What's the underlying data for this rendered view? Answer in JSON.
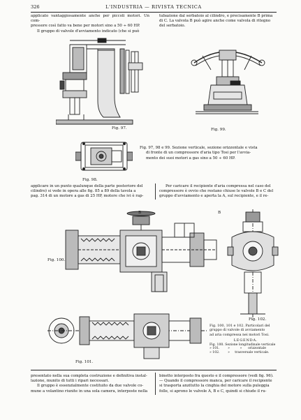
{
  "header": {
    "page_number": "326",
    "title": "L'INDUSTRIA — RIVISTA TECNICA"
  },
  "top_text": {
    "left": [
      "applicato vantaggiosamente anche per piccoli motori. Un com-",
      "pressore così fatto va bene per motori sino a 50 ÷ 60 HP.",
      "Il gruppo di valvole d'avviamento indicato (che si può"
    ],
    "right": [
      "tubazione dal serbatoio al cilindro, e precisamente B prima",
      "di C. La valvola B può agire anche come valvola di ritegno",
      "del serbatoio."
    ]
  },
  "figure_labels": {
    "fig97": "Fig. 97.",
    "fig99": "Fig. 99.",
    "fig98": "Fig. 98.",
    "fig100": "Fig. 100.",
    "fig101": "Fig. 101.",
    "fig102": "Fig. 102.",
    "mark_B1": "B",
    "mark_B2": "B"
  },
  "caption_97_99": [
    "Fig. 97, 98 e 99. Sezione verticale, sezione orizzontale e vista",
    "di fronte di un compressore d'aria tipo Tosi per l'avvia-",
    "mento dei suoi motori a gas sino a 50 ÷ 60 HP."
  ],
  "mid_text": {
    "left": [
      "applicare in un punto qualunque della parte posteriore del",
      "cilindro) si vede in opera alle fig. 85 a 89 della tavola a",
      "pag. 314 di un motore a gas di 25 HP, motore che ivi è rap-"
    ],
    "right": [
      "Per caricare il recipiente d'aria compressa nel caso del",
      "compressore è ovvio che restano chiuse le valvole B e C del",
      "gruppo d'avviamento e aperta la A, sul recipiente, e il re-"
    ]
  },
  "caption_100_102": [
    "Fig. 100, 101 e 102. Particolari del",
    "gruppo di valvole di avviamento",
    "ad aria compressa nei motori Tosi."
  ],
  "legend": {
    "title": "LEGENDA.",
    "rows": [
      "Fig. 100. Sezione longitudinale verticale",
      "» 101.        »          »      orizzontale",
      "» 102.        »     trasversale verticale."
    ]
  },
  "bottom_text": {
    "left": [
      "presentato nella sua completa costruzione e definitiva instal-",
      "lazione, munito di tutti i ripari necessari.",
      "Il gruppo è essenzialmente costituito da due valvole co-",
      "mune a volantino riunite in una sola camera, interposte nella"
    ],
    "right": [
      "binetto interposto fra questo e il compressore (vedi fig. 96).",
      "— Quando il compressore manca, per caricare il recipiente",
      "si trasporta anzitutto la cinghia del motore sulla puleggia",
      "folle, si aprono le valvole A, B e C, quindi si chiude il ru-"
    ]
  }
}
